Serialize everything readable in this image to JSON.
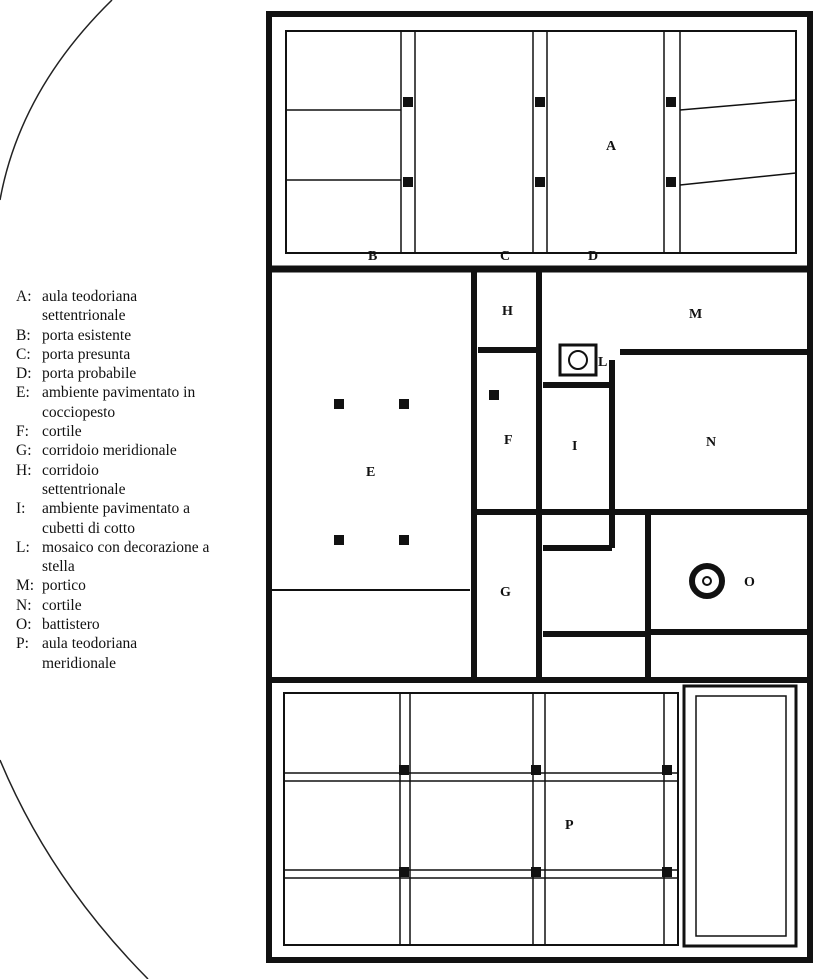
{
  "legend": [
    {
      "letter": "A:",
      "text": "aula teodoriana settentrionale"
    },
    {
      "letter": "B:",
      "text": "porta esistente"
    },
    {
      "letter": "C:",
      "text": "porta presunta"
    },
    {
      "letter": "D:",
      "text": "porta probabile"
    },
    {
      "letter": "E:",
      "text": "ambiente pavimentato in cocciopesto"
    },
    {
      "letter": "F:",
      "text": "cortile"
    },
    {
      "letter": "G:",
      "text": "corridoio meridionale"
    },
    {
      "letter": "H:",
      "text": "corridoio settentrionale"
    },
    {
      "letter": "I:",
      "text": "ambiente pavimentato a cubetti di cotto"
    },
    {
      "letter": "L:",
      "text": "mosaico con decorazione a stella"
    },
    {
      "letter": "M:",
      "text": "portico"
    },
    {
      "letter": "N:",
      "text": "cortile"
    },
    {
      "letter": "O:",
      "text": "battistero"
    },
    {
      "letter": "P:",
      "text": "aula teodoriana meridionale"
    }
  ],
  "plan_labels": {
    "A": "A",
    "B": "B",
    "C": "C",
    "D": "D",
    "E": "E",
    "F": "F",
    "G": "G",
    "H": "H",
    "I": "I",
    "L": "L",
    "M": "M",
    "N": "N",
    "O": "O",
    "P": "P"
  }
}
